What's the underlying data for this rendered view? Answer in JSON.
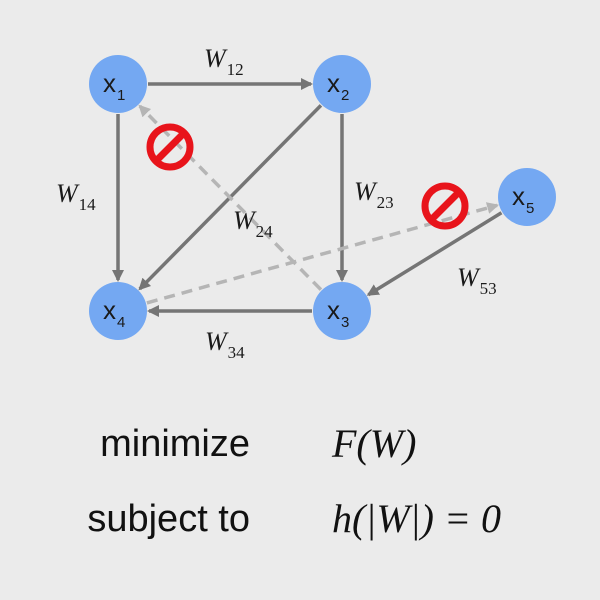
{
  "diagram": {
    "nodes": [
      {
        "id": "x1",
        "base": "x",
        "sub": "1"
      },
      {
        "id": "x2",
        "base": "x",
        "sub": "2"
      },
      {
        "id": "x3",
        "base": "x",
        "sub": "3"
      },
      {
        "id": "x4",
        "base": "x",
        "sub": "4"
      },
      {
        "id": "x5",
        "base": "x",
        "sub": "5"
      }
    ],
    "edges": [
      {
        "from": "x1",
        "to": "x2",
        "label": "W",
        "sub": "12",
        "style": "solid"
      },
      {
        "from": "x1",
        "to": "x4",
        "label": "W",
        "sub": "14",
        "style": "solid"
      },
      {
        "from": "x2",
        "to": "x3",
        "label": "W",
        "sub": "23",
        "style": "solid"
      },
      {
        "from": "x2",
        "to": "x4",
        "label": "W",
        "sub": "24",
        "style": "solid"
      },
      {
        "from": "x3",
        "to": "x4",
        "label": "W",
        "sub": "34",
        "style": "solid"
      },
      {
        "from": "x5",
        "to": "x3",
        "label": "W",
        "sub": "53",
        "style": "solid"
      },
      {
        "from": "x3",
        "to": "x1",
        "label": "",
        "sub": "",
        "style": "dashed",
        "blocked": true
      },
      {
        "from": "x4",
        "to": "x5",
        "label": "",
        "sub": "",
        "style": "dashed",
        "blocked": true
      }
    ],
    "colors": {
      "node_fill": "#74a8f2",
      "edge": "#757575",
      "dashed_edge": "#b5b5b5",
      "prohibit": "#e8141b",
      "background": "#ebebeb"
    }
  },
  "formulation": {
    "objective_word": "minimize",
    "objective_expr": "F(W)",
    "constraint_word": "subject to",
    "constraint_expr": "h(|W|) = 0"
  }
}
